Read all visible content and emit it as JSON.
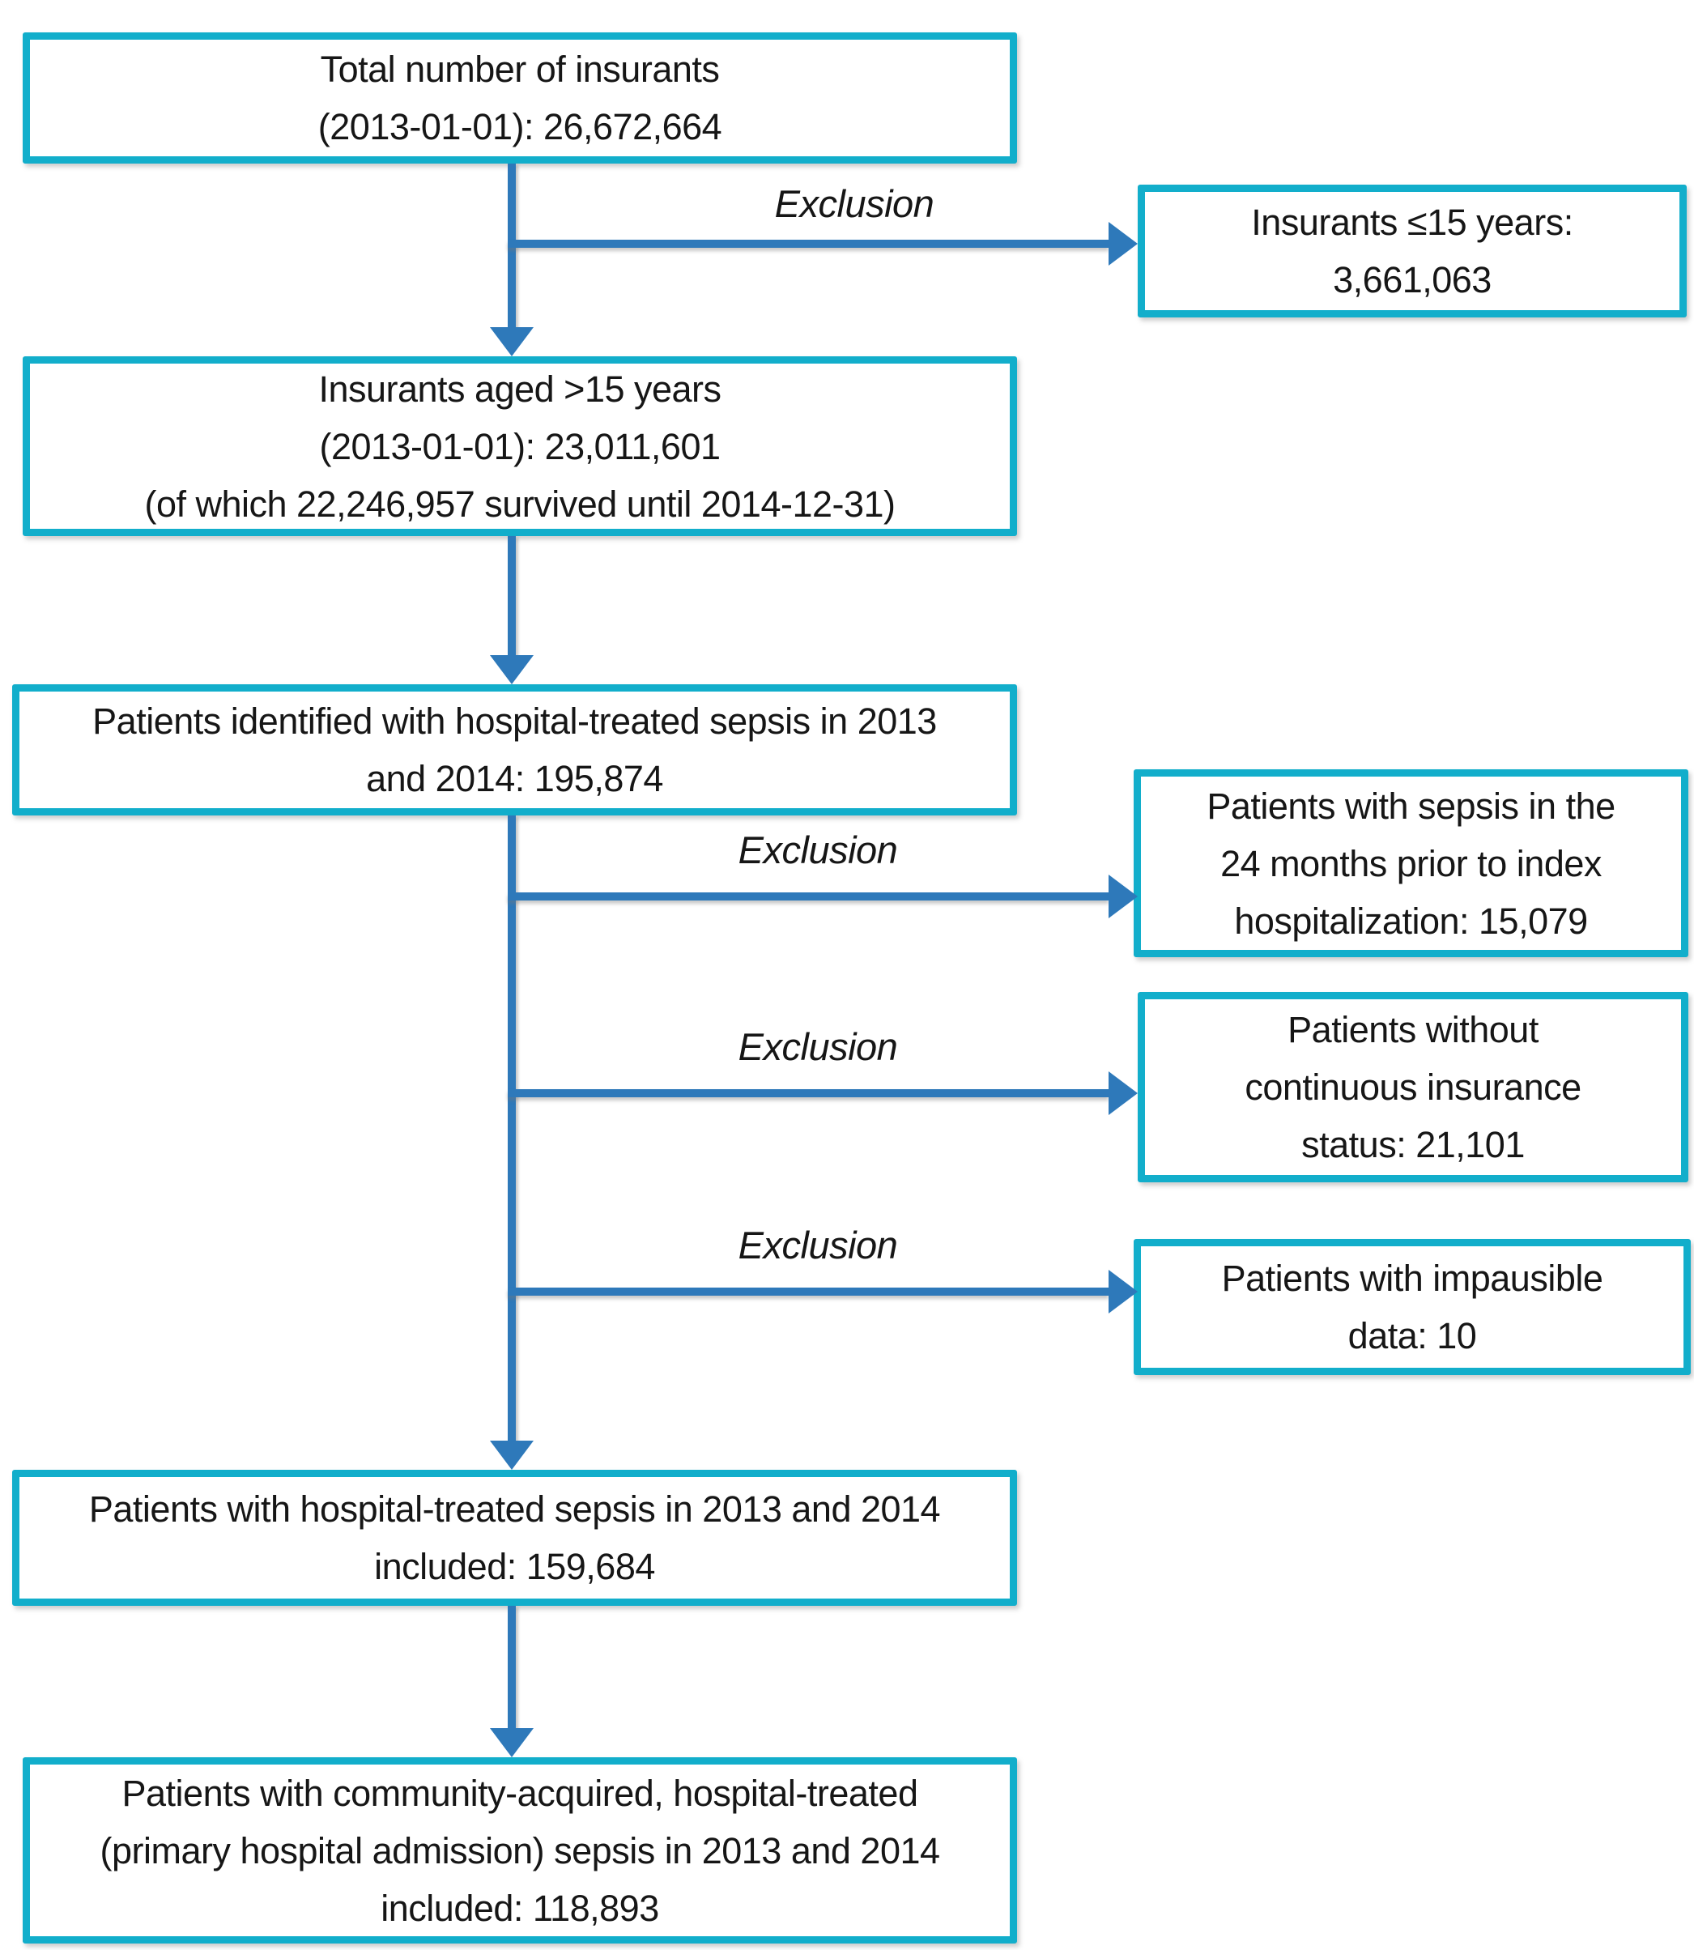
{
  "colors": {
    "box_border": "#12aecb",
    "arrow": "#2e79ba",
    "text": "#161616",
    "background": "#ffffff"
  },
  "exclusion_label": "Exclusion",
  "main_boxes": [
    {
      "id": "total-insurants",
      "lines": [
        "Total number of insurants",
        "(2013-01-01): 26,672,664"
      ]
    },
    {
      "id": "insurants-over-15",
      "lines": [
        "Insurants aged >15 years",
        "(2013-01-01): 23,011,601",
        "(of which 22,246,957 survived until 2014-12-31)"
      ]
    },
    {
      "id": "identified-sepsis",
      "lines": [
        "Patients identified with hospital-treated sepsis in 2013",
        "and 2014: 195,874"
      ]
    },
    {
      "id": "included-sepsis",
      "lines": [
        "Patients with hospital-treated sepsis in 2013 and 2014",
        "included: 159,684"
      ]
    },
    {
      "id": "community-acquired-sepsis",
      "lines": [
        "Patients with community-acquired, hospital-treated",
        "(primary hospital admission) sepsis in 2013 and 2014",
        "included: 118,893"
      ]
    }
  ],
  "exclusion_boxes": [
    {
      "id": "insurants-under-15",
      "lines": [
        "Insurants ≤15 years:",
        "3,661,063"
      ]
    },
    {
      "id": "prior-sepsis",
      "lines": [
        "Patients with sepsis in the",
        "24 months prior to index",
        "hospitalization: 15,079"
      ]
    },
    {
      "id": "no-continuous-insurance",
      "lines": [
        "Patients without",
        "continuous insurance",
        "status: 21,101"
      ]
    },
    {
      "id": "implausible-data",
      "lines": [
        "Patients with impausible",
        "data: 10"
      ]
    }
  ]
}
